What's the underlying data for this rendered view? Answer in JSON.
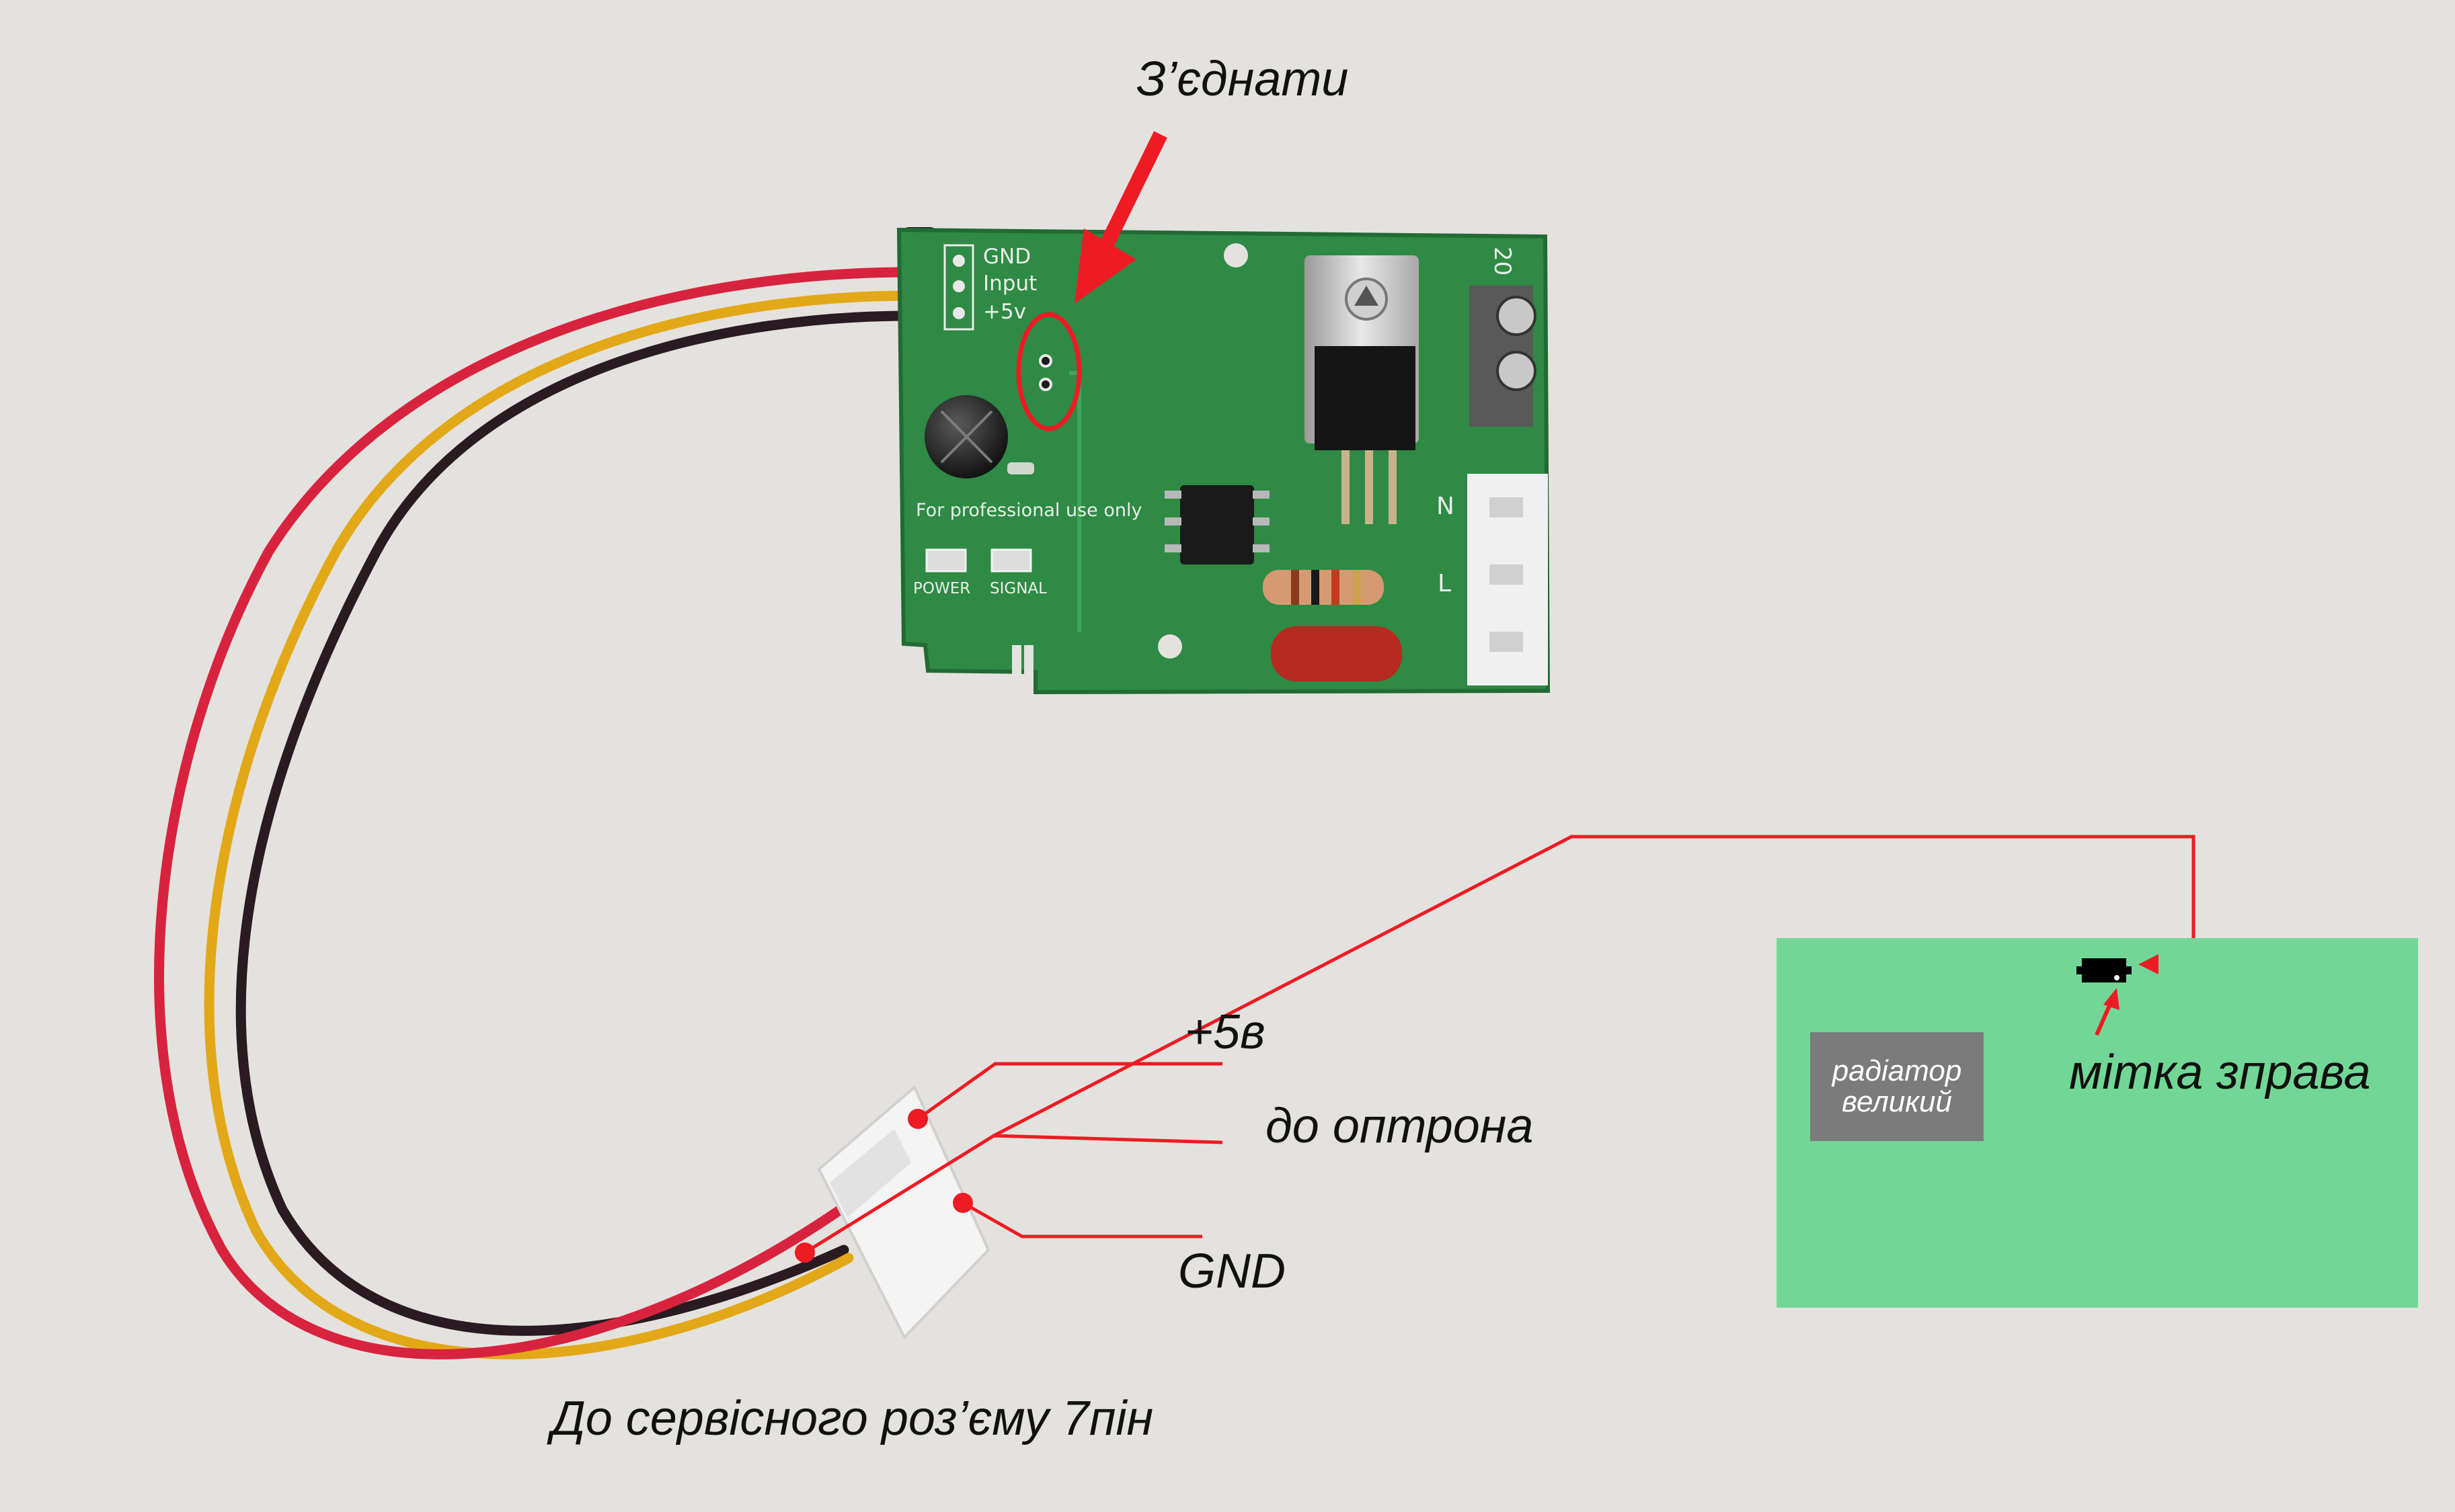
{
  "labels": {
    "connect": "З’єднати",
    "plus5": "+5в",
    "to_optron": "до оптрона",
    "gnd": "GND",
    "to_service": "До сервісного роз’єму 7пін",
    "mark_right": "мітка зправа"
  },
  "pcb_silkscreen": {
    "pin_gnd": "GND",
    "pin_input": "Input",
    "pin_5v": "+5v",
    "warning": "For professional use only",
    "led_power": "POWER",
    "led_signal": "SIGNAL",
    "terminal_n": "N",
    "terminal_l": "L",
    "corner_number": "20"
  },
  "detail_board": {
    "radiator_line1": "радіатор",
    "radiator_line2": "великий"
  },
  "colors": {
    "annotation_red": "#ee1b24",
    "pcb_green": "#2e8a44",
    "detail_board_green": "#72d796",
    "radiator_gray": "#7b7b7b",
    "wire_red": "#d8233f",
    "wire_yellow": "#e3a817",
    "wire_black": "#2a1a22",
    "background": "#e4e2de"
  }
}
